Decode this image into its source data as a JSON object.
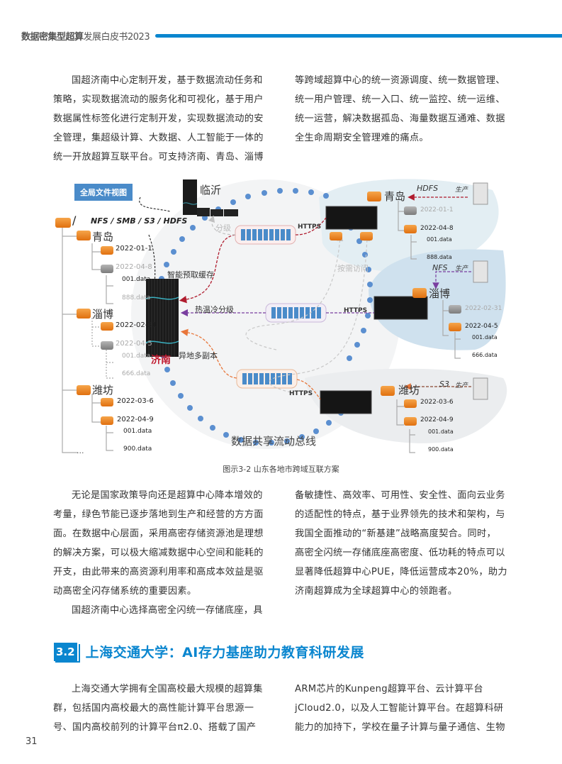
{
  "header": {
    "title_bold": "数据密集型超算",
    "title_rest": "发展白皮书2023",
    "accent_color": "#0a86cf"
  },
  "intro": {
    "left_lines": [
      "国超济南中心定制开发，基于数据流动任务和",
      "策略，实现数据流动的服务化和可视化，基于用户",
      "数据属性标签化进行定制开发，实现数据流动的安",
      "全管理，集超级计算、大数据、人工智能于一体的",
      "统一开放超算互联平台。可支持济南、青岛、淄博"
    ],
    "right_lines": [
      "等跨域超算中心的统一资源调度、统一数据管理、",
      "统一用户管理、统一入口、统一监控、统一运维、",
      "统一运营，解决数据孤岛、海量数据互通难、数据",
      "全生命周期安全管理难的痛点。"
    ]
  },
  "diagram": {
    "global_view_label": "全局文件视图",
    "protocols": "NFS / SMB / S3 / HDFS",
    "bus_label": "数据共享流动总线",
    "left_tree": {
      "root": "/",
      "nodes": [
        {
          "name": "青岛",
          "children": [
            {
              "name": "2022-01-1",
              "active": true
            },
            {
              "name": "2022-04-8",
              "active": false,
              "files": [
                "001.data",
                "888.data"
              ]
            }
          ]
        },
        {
          "name": "淄博",
          "children": [
            {
              "name": "2022-02-31",
              "active": true
            },
            {
              "name": "2022-04-5",
              "active": false,
              "files": [
                "001.data",
                "666.data"
              ]
            }
          ]
        },
        {
          "name": "潍坊",
          "children": [
            {
              "name": "2022-03-6",
              "active": true
            },
            {
              "name": "2022-04-9",
              "active": true,
              "files": [
                "001.data",
                "900.data"
              ]
            }
          ]
        }
      ],
      "ellipsis": "..."
    },
    "center": {
      "jinan_label": "济南",
      "linyi_label": "临沂",
      "tier_label": "分级",
      "prefetch_label": "智能预取缓存",
      "hotcold_label": "热温冷分级",
      "multi_copy_label": "异地多副本",
      "on_demand_label": "按需访问",
      "https": "HTTPS"
    },
    "sites": [
      {
        "name": "青岛",
        "protocol": "HDFS",
        "produce": "生产",
        "dirs": [
          {
            "name": "2022-01-1",
            "active": false
          },
          {
            "name": "2022-04-8",
            "active": true,
            "files": [
              "001.data",
              "888.data"
            ]
          }
        ]
      },
      {
        "name": "淄博",
        "protocol": "NFS",
        "produce": "生产",
        "dirs": [
          {
            "name": "2022-02-31",
            "active": false
          },
          {
            "name": "2022-04-5",
            "active": true,
            "files": [
              "001.data",
              "666.data"
            ]
          }
        ]
      },
      {
        "name": "潍坊",
        "protocol": "S3",
        "produce": "生产",
        "dirs": [
          {
            "name": "2022-03-6",
            "active": true
          },
          {
            "name": "2022-04-9",
            "active": true,
            "files": [
              "001.data",
              "900.data"
            ]
          }
        ]
      }
    ]
  },
  "caption": "图示3-2 山东各地市跨域互联方案",
  "body2": {
    "left_lines": [
      "无论是国家政策导向还是超算中心降本增效的",
      "考量，绿色节能已逐步落地到生产和经营的方方面",
      "面。在数据中心层面，采用高密存储资源池是理想",
      "的解决方案，可以极大缩减数据中心空间和能耗的",
      "开支，由此带来的高资源利用率和高成本效益是驱",
      "动高密全闪存储系统的重要因素。",
      "国超济南中心选择高密全闪统一存储底座，具"
    ],
    "right_lines": [
      "备敏捷性、高效率、可用性、安全性、面向云业务",
      "的适配性的特点，基于业界领先的技术和架构，与",
      "我国全面推动的“新基建”战略高度契合。同时，",
      "高密全闪统一存储底座高密度、低功耗的特点可以",
      "显著降低超算中心PUE，降低运营成本20%，助力",
      "济南超算成为全球超算中心的领跑者。"
    ]
  },
  "section": {
    "number": "3.2",
    "title": "上海交通大学：AI存力基座助力教育科研发展"
  },
  "body3": {
    "left_lines": [
      "上海交通大学拥有全国高校最大规模的超算集",
      "群，包括国内高校最大的高性能计算平台思源一",
      "号、国内高校前列的计算平台π2.0、搭载了国产"
    ],
    "right_lines": [
      "ARM芯片的Kunpeng超算平台、云计算平台",
      "jCloud2.0，以及人工智能计算平台。在超算科研",
      "能力的加持下，学校在量子计算与量子通信、生物"
    ]
  },
  "page_number": "31"
}
